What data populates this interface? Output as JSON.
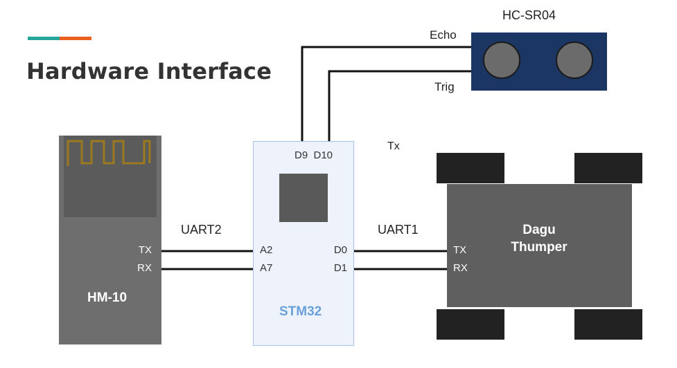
{
  "title": "Hardware Interface",
  "colors": {
    "accent_teal": "#26a69a",
    "accent_orange": "#e8601c",
    "module_gray": "#6e6e6e",
    "mcu_fill": "#eef3fb",
    "mcu_border": "#a9c1e6",
    "mcu_label": "#6aa1d8",
    "sensor_navy": "#1c3663",
    "antenna_trace": "#9b7a1f",
    "wire": "#111111"
  },
  "hm10": {
    "name": "HM-10",
    "pins": {
      "tx": "TX",
      "rx": "RX"
    }
  },
  "stm32": {
    "name": "STM32",
    "top_pins": "D9  D10",
    "left_pins": {
      "a2": "A2",
      "a7": "A7"
    },
    "right_pins": {
      "d0": "D0",
      "d1": "D1"
    }
  },
  "robot": {
    "name_line1": "Dagu",
    "name_line2": "Thumper",
    "pins": {
      "tx": "TX",
      "rx": "RX"
    }
  },
  "sensor": {
    "name": "HC-SR04",
    "pins": {
      "echo": "Echo",
      "trig": "Trig"
    }
  },
  "buses": {
    "left": "UART2",
    "right": "UART1"
  },
  "floating_label": "Tx"
}
